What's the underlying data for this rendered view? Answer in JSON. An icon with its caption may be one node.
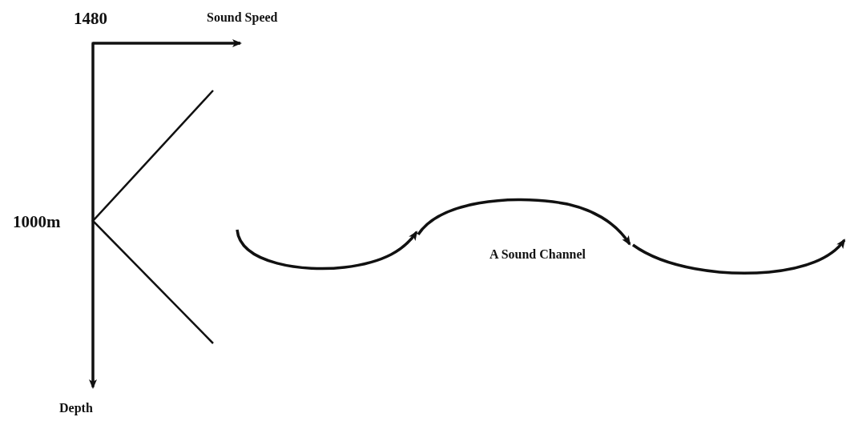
{
  "diagram": {
    "labels": [
      "1480",
      "Sound Speed",
      "1000m",
      "A Sound Channel",
      "Depth"
    ]
  }
}
